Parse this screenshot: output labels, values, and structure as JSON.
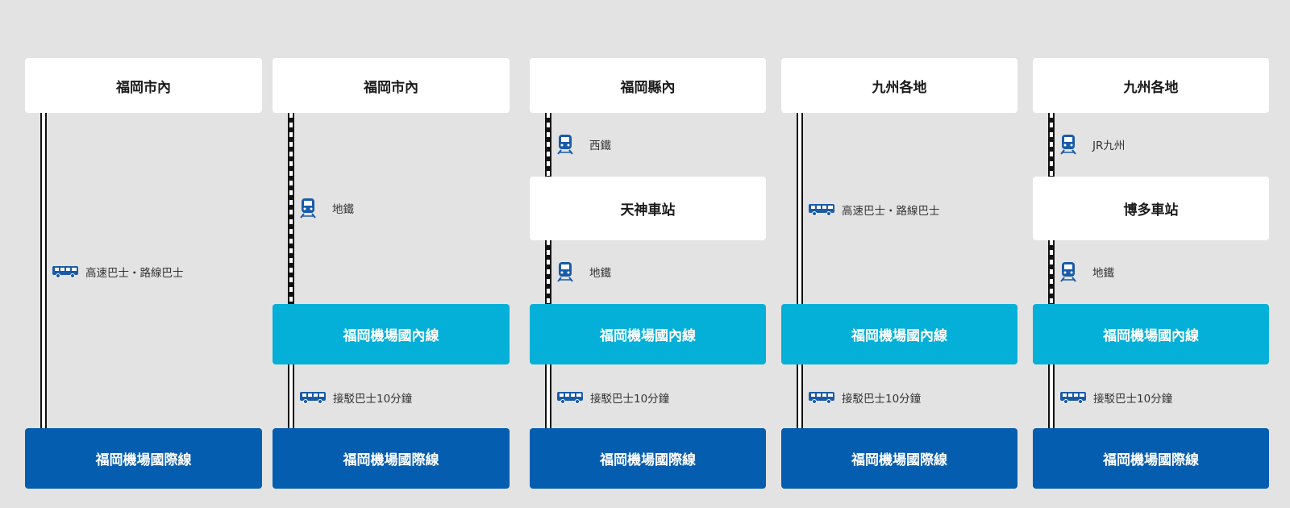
{
  "colors": {
    "background": "#e3e3e3",
    "domestic": "#04b0d8",
    "international": "#055daf",
    "icon": "#1a5ba8"
  },
  "columns": [
    {
      "origin": "福岡市內",
      "segments": [
        {
          "icon": "bus-icon",
          "label": "高速巴士・路線巴士"
        }
      ],
      "international": "福岡機場國際線"
    },
    {
      "origin": "福岡市內",
      "segments": [
        {
          "icon": "train-icon",
          "label": "地鐵"
        },
        {
          "icon": "bus-icon",
          "label": "接駁巴士10分鐘"
        }
      ],
      "domestic": "福岡機場國內線",
      "international": "福岡機場國際線"
    },
    {
      "origin": "福岡縣內",
      "segments": [
        {
          "icon": "train-icon",
          "label": "西鐵"
        },
        {
          "icon": "train-icon",
          "label": "地鐵"
        },
        {
          "icon": "bus-icon",
          "label": "接駁巴士10分鐘"
        }
      ],
      "station": "天神車站",
      "domestic": "福岡機場國內線",
      "international": "福岡機場國際線"
    },
    {
      "origin": "九州各地",
      "segments": [
        {
          "icon": "bus-icon",
          "label": "高速巴士・路線巴士"
        },
        {
          "icon": "bus-icon",
          "label": "接駁巴士10分鐘"
        }
      ],
      "domestic": "福岡機場國內線",
      "international": "福岡機場國際線"
    },
    {
      "origin": "九州各地",
      "segments": [
        {
          "icon": "train-icon",
          "label": "JR九州"
        },
        {
          "icon": "train-icon",
          "label": "地鐵"
        },
        {
          "icon": "bus-icon",
          "label": "接駁巴士10分鐘"
        }
      ],
      "station": "博多車站",
      "domestic": "福岡機場國內線",
      "international": "福岡機場國際線"
    }
  ]
}
